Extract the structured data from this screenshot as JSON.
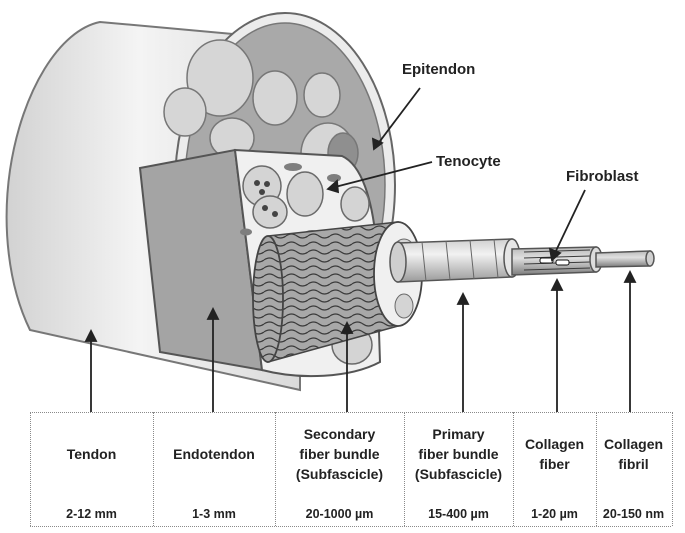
{
  "structure_labels": {
    "epitendon": "Epitendon",
    "tenocyte": "Tenocyte",
    "fibroblast": "Fibroblast"
  },
  "columns": [
    {
      "id": "tendon",
      "name": "Tendon",
      "size": "2-12 mm"
    },
    {
      "id": "endotendon",
      "name": "Endotendon",
      "size": "1-3 mm"
    },
    {
      "id": "secondary",
      "name": "Secondary\nfiber bundle\n(Subfascicle)",
      "size": "20-1000 µm"
    },
    {
      "id": "primary",
      "name": "Primary\nfiber bundle\n(Subfascicle)",
      "size": "15-400 µm"
    },
    {
      "id": "collagen-fiber",
      "name": "Collagen\nfiber",
      "size": "1-20 µm"
    },
    {
      "id": "collagen-fibril",
      "name": "Collagen\nfibril",
      "size": "20-150 nm"
    }
  ]
}
